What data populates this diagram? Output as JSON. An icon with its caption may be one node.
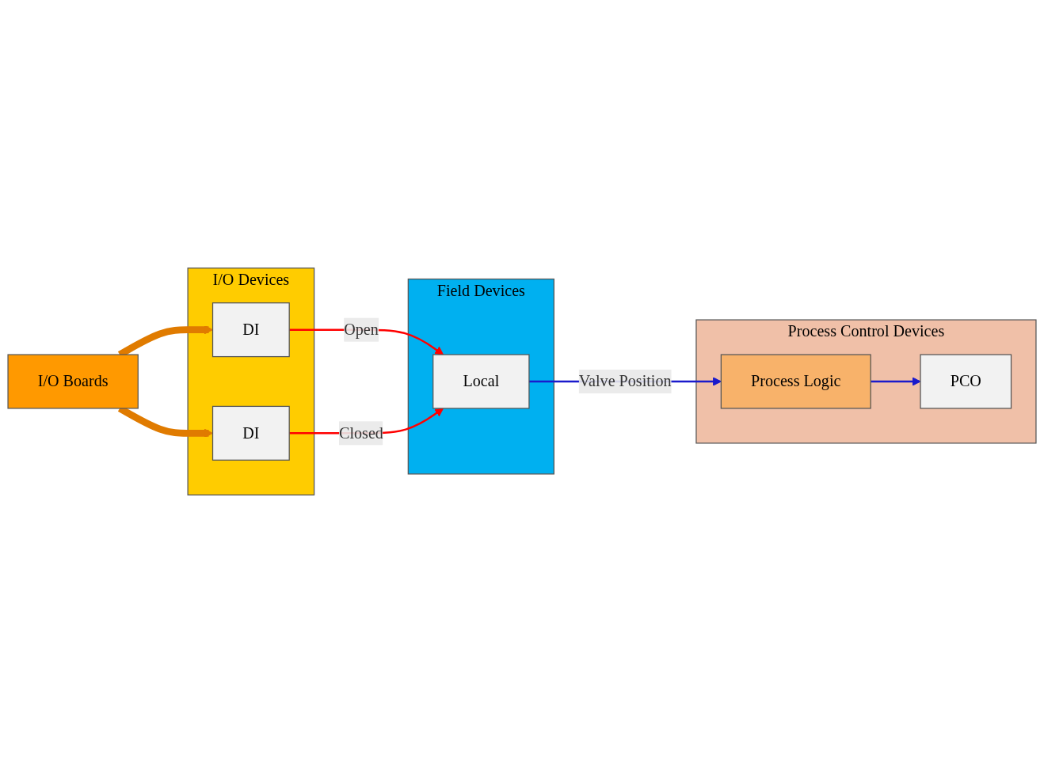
{
  "diagram": {
    "nodes": [
      {
        "text": [
          "Process Control Devices"
        ]
      },
      {
        "text": [
          "Process Logic"
        ],
        "in": 0
      },
      {
        "text": [
          "PCO"
        ],
        "in": 0
      },
      {
        "text": [
          "Field Devices"
        ]
      },
      {
        "text": [
          "Local"
        ],
        "in": 3
      },
      {
        "text": [
          "I/O Devices"
        ]
      },
      {
        "text": [
          "DI"
        ],
        "in": 5
      },
      {
        "text": [
          "DI"
        ],
        "in": 5
      },
      {
        "text": [
          "I/O Boards"
        ]
      }
    ],
    "edges": [
      {
        "from": 6,
        "to": 4,
        "arrow": "to",
        "label": "Open",
        "color": "#ff0000"
      },
      {
        "from": 7,
        "to": 4,
        "arrow": "to",
        "label": "Closed",
        "color": "#ff0000"
      },
      {
        "from": 4,
        "to": 1,
        "arrow": "to",
        "label": "Valve Position",
        "color": "#1a1acc"
      },
      {
        "from": 1,
        "to": 2,
        "arrow": "to",
        "color": "#1a1acc"
      },
      {
        "from": 8,
        "to": 6,
        "arrow": "to",
        "style": "thick",
        "color": "#e07b00"
      },
      {
        "from": 8,
        "to": 7,
        "arrow": "to",
        "style": "thick",
        "color": "#e07b00"
      }
    ]
  }
}
